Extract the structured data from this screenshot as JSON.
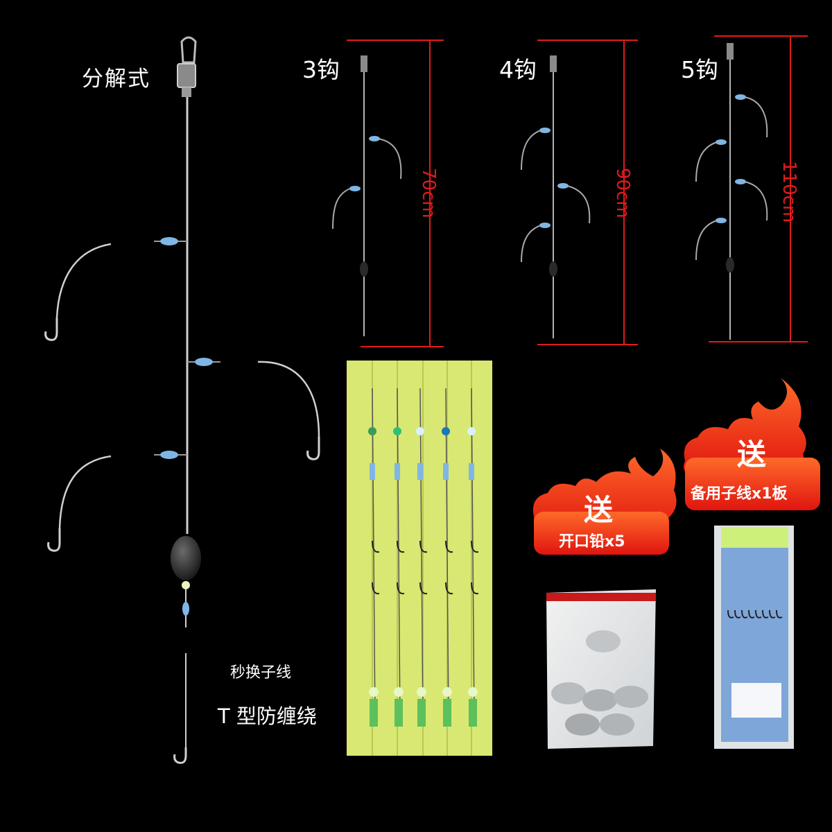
{
  "product": {
    "title": "分解式",
    "rigs": [
      {
        "hooks_label": "3钩",
        "length": "70cm"
      },
      {
        "hooks_label": "4钩",
        "length": "90cm"
      },
      {
        "hooks_label": "5钩",
        "length": "110cm"
      }
    ],
    "feature_quick_swap": "秒换子线",
    "feature_t_shape": "T 型防缠绕",
    "gifts": [
      {
        "badge": "送",
        "text": "开口铅x5"
      },
      {
        "badge": "送",
        "text": "备用子线x1板"
      }
    ],
    "colors": {
      "background": "#000000",
      "dimension_red": "#e21b1b",
      "flame_red": "#ff2a1a",
      "foam_yellow": "#d8e872",
      "bead_blue": "#7fb6e6"
    }
  }
}
